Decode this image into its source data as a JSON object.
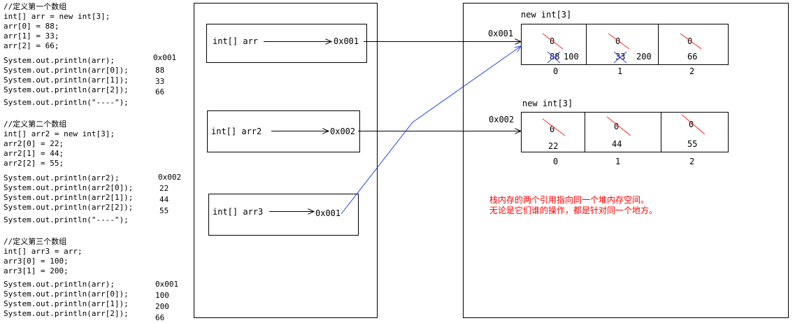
{
  "code": {
    "block1": {
      "comment": "//定义第一个数组",
      "lines": [
        "int[] arr = new int[3];",
        "arr[0] = 88;",
        "arr[1] = 33;",
        "arr[2] = 66;",
        "System.out.println(arr);",
        "System.out.println(arr[0]);",
        "System.out.println(arr[1]);",
        "System.out.println(arr[2]);",
        "System.out.println(\"----\");"
      ],
      "outputs": [
        "0x001",
        "88",
        "33",
        "66"
      ]
    },
    "block2": {
      "comment": "//定义第二个数组",
      "lines": [
        "int[] arr2 = new int[3];",
        "arr2[0] = 22;",
        "arr2[1] = 44;",
        "arr2[2] = 55;",
        "System.out.println(arr2);",
        "System.out.println(arr2[0]);",
        "System.out.println(arr2[1]);",
        "System.out.println(arr2[2]);",
        "System.out.println(\"----\");"
      ],
      "outputs": [
        "0x002",
        "22",
        "44",
        "55"
      ]
    },
    "block3": {
      "comment": "//定义第三个数组",
      "lines": [
        "int[] arr3 =  arr;",
        "arr3[0] = 100;",
        "arr3[1] = 200;",
        "System.out.println(arr);",
        "System.out.println(arr[0]);",
        "System.out.println(arr[1]);",
        "System.out.println(arr[2]);"
      ],
      "outputs": [
        "0x001",
        "100",
        "200",
        "66"
      ]
    }
  },
  "stack": {
    "refs": [
      {
        "label": "int[] arr",
        "address": "0x001"
      },
      {
        "label": "int[] arr2",
        "address": "0x002"
      },
      {
        "label": "int[] arr3",
        "address": "0x001"
      }
    ]
  },
  "heap": {
    "arrays": [
      {
        "title": "new int[3]",
        "address": "0x001",
        "cells": [
          {
            "initial": "0",
            "old": "88",
            "value": "100"
          },
          {
            "initial": "0",
            "old": "33",
            "value": "200"
          },
          {
            "initial": "0",
            "value": "66"
          }
        ],
        "indices": [
          "0",
          "1",
          "2"
        ]
      },
      {
        "title": "new int[3]",
        "address": "0x002",
        "cells": [
          {
            "initial": "0",
            "value": "22"
          },
          {
            "initial": "0",
            "value": "44"
          },
          {
            "initial": "0",
            "value": "55"
          }
        ],
        "indices": [
          "0",
          "1",
          "2"
        ]
      }
    ],
    "note_lines": [
      "栈内存的两个引用指向同一个堆内存空间。",
      "无论是它们谁的操作，都是针对同一个地方。"
    ]
  }
}
